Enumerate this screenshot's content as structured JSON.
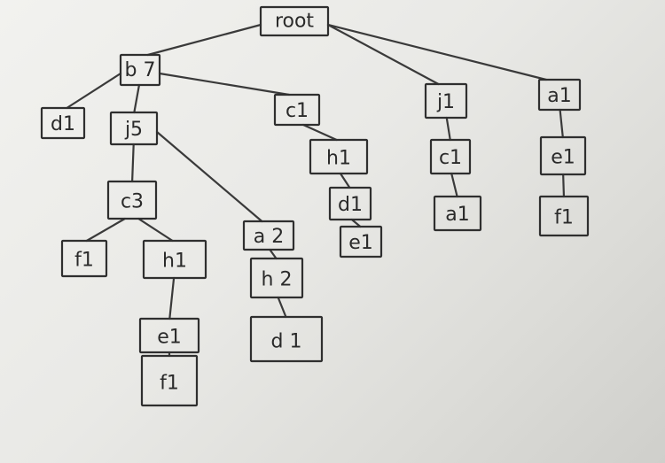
{
  "nodes": [
    {
      "id": "root",
      "label": "root"
    },
    {
      "id": "b7",
      "label": "b 7"
    },
    {
      "id": "d1_top",
      "label": "d1"
    },
    {
      "id": "j5",
      "label": "j5"
    },
    {
      "id": "c3",
      "label": "c3"
    },
    {
      "id": "f1_left",
      "label": "f1"
    },
    {
      "id": "h1_left",
      "label": "h1"
    },
    {
      "id": "e1_left",
      "label": "e1"
    },
    {
      "id": "f1_bottom",
      "label": "f1"
    },
    {
      "id": "a2",
      "label": "a 2"
    },
    {
      "id": "h2",
      "label": "h 2"
    },
    {
      "id": "d1_mid",
      "label": "d 1"
    },
    {
      "id": "c1",
      "label": "c1"
    },
    {
      "id": "h1_right",
      "label": "h1"
    },
    {
      "id": "d1_right",
      "label": "d1"
    },
    {
      "id": "e1_right",
      "label": "e1"
    },
    {
      "id": "j1",
      "label": "j1"
    },
    {
      "id": "c1_j",
      "label": "c1"
    },
    {
      "id": "a1_j",
      "label": "a1"
    },
    {
      "id": "a1",
      "label": "a1"
    },
    {
      "id": "e1_far",
      "label": "e1"
    },
    {
      "id": "f1_far",
      "label": "f1"
    }
  ],
  "edges": [
    [
      "root",
      "b7"
    ],
    [
      "root",
      "j1"
    ],
    [
      "root",
      "a1"
    ],
    [
      "b7",
      "d1_top"
    ],
    [
      "b7",
      "j5"
    ],
    [
      "b7",
      "c1"
    ],
    [
      "j5",
      "c3"
    ],
    [
      "j5",
      "a2"
    ],
    [
      "c3",
      "f1_left"
    ],
    [
      "c3",
      "h1_left"
    ],
    [
      "h1_left",
      "e1_left"
    ],
    [
      "e1_left",
      "f1_bottom"
    ],
    [
      "a2",
      "h2"
    ],
    [
      "h2",
      "d1_mid"
    ],
    [
      "c1",
      "h1_right"
    ],
    [
      "h1_right",
      "d1_right"
    ],
    [
      "d1_right",
      "e1_right"
    ],
    [
      "j1",
      "c1_j"
    ],
    [
      "c1_j",
      "a1_j"
    ],
    [
      "a1",
      "e1_far"
    ],
    [
      "e1_far",
      "f1_far"
    ]
  ]
}
